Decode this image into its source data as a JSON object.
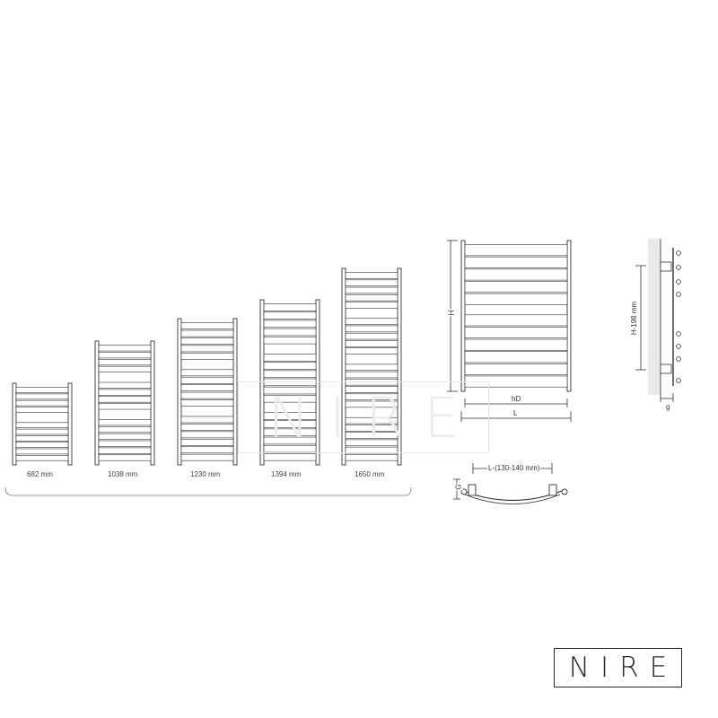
{
  "sizes": [
    {
      "height_label": "682 mm"
    },
    {
      "height_label": "1038 mm"
    },
    {
      "height_label": "1230 mm"
    },
    {
      "height_label": "1394 mm"
    },
    {
      "height_label": "1650 mm"
    }
  ],
  "range_caption": "",
  "front_view": {
    "height_dim": "H",
    "centre_dim": "hD",
    "width_dim": "L"
  },
  "side_view": {
    "pipe_dim": "H-198 mm",
    "offset_dim": "g"
  },
  "top_view": {
    "width_dim": "L-(130-140 mm)",
    "depth_dim": "G"
  },
  "watermark": {
    "text": "NIRE"
  },
  "logo": {
    "text": "NIRE"
  },
  "colors": {
    "line": "#333333",
    "fill": "#ffffff",
    "wall": "#e9e9e9"
  }
}
